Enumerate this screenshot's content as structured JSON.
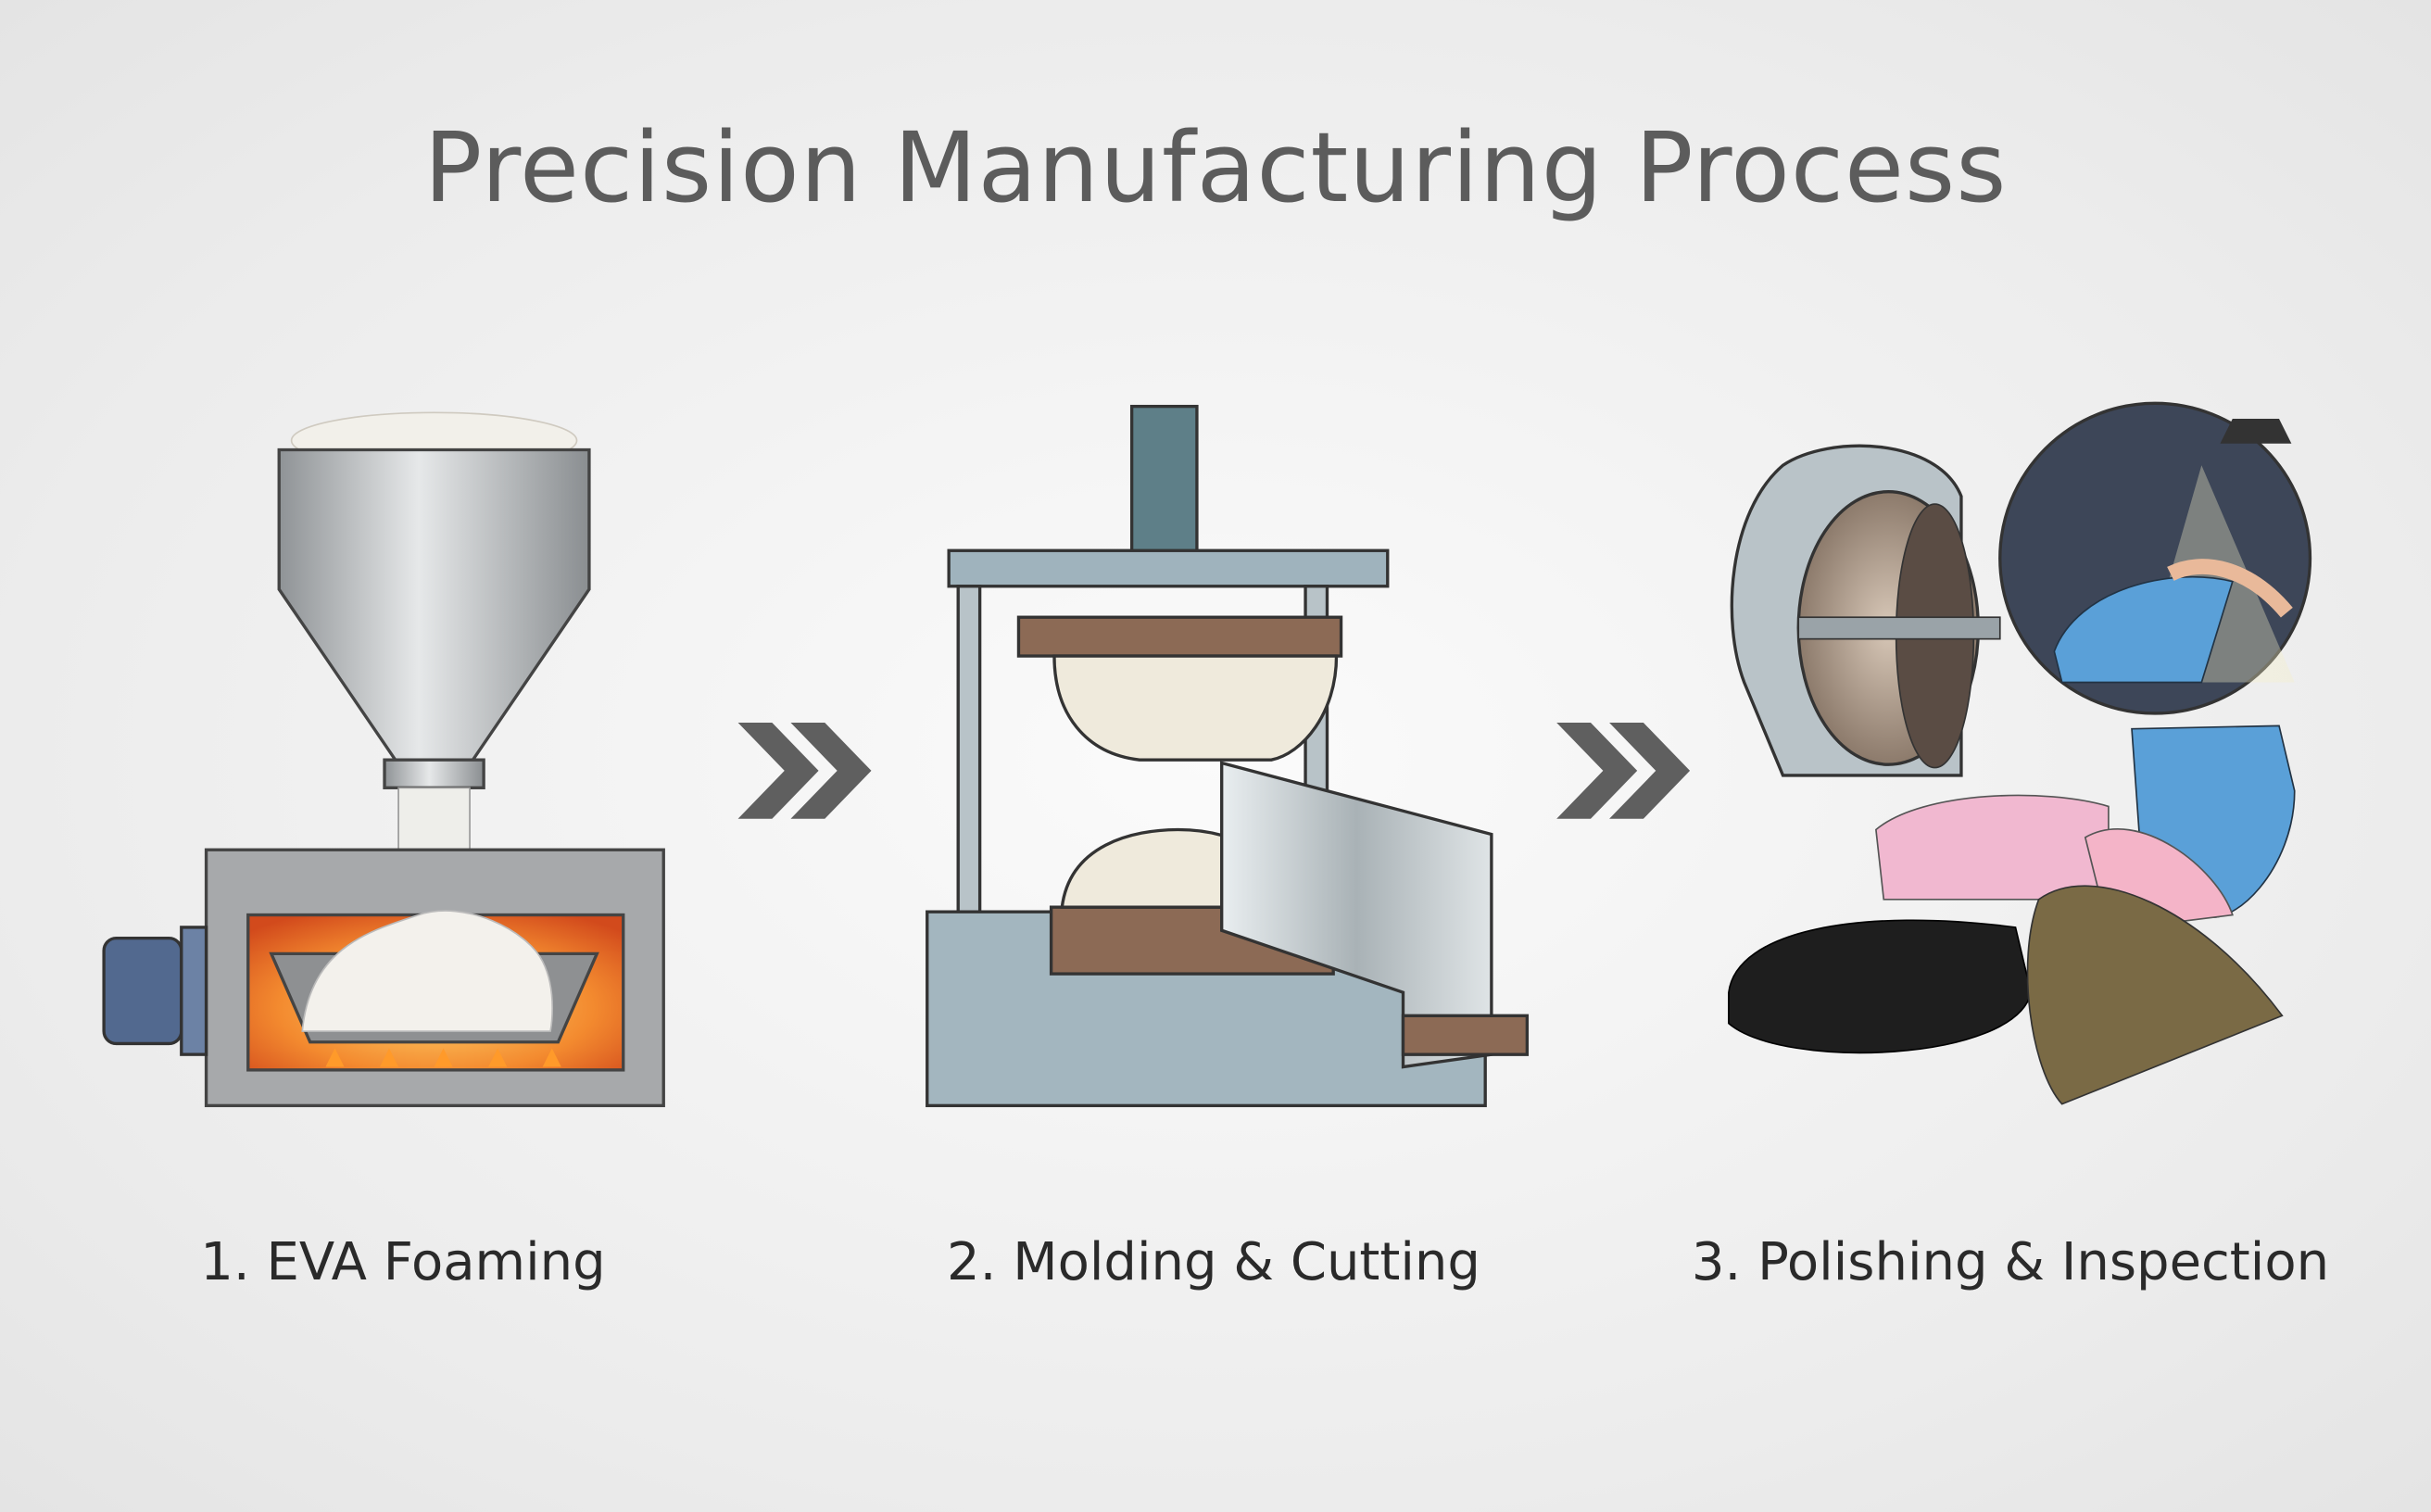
{
  "title": "Precision Manufacturing Process",
  "steps": [
    {
      "label": "1. EVA Foaming"
    },
    {
      "label": "2. Molding & Cutting"
    },
    {
      "label": "3. Polishing & Inspection"
    }
  ],
  "colors": {
    "title": "#5c5c5c",
    "arrow": "#5f5f5f",
    "machine": "#9fb3bd",
    "heat": "#f07a2a"
  }
}
